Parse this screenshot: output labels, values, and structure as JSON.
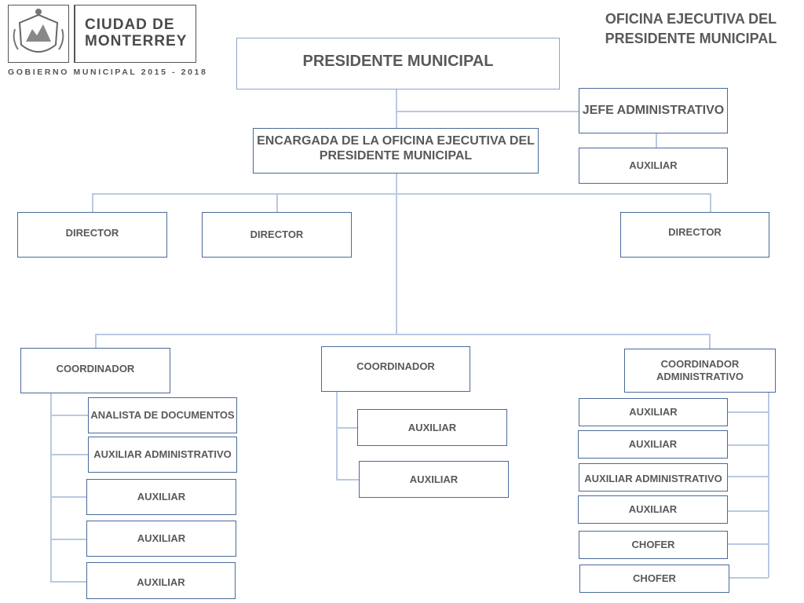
{
  "logo": {
    "line1": "CIUDAD DE",
    "line2": "MONTERREY",
    "subtitle": "GOBIERNO MUNICIPAL 2015 - 2018"
  },
  "title": {
    "line1": "OFICINA EJECUTIVA DEL",
    "line2": "PRESIDENTE MUNICIPAL"
  },
  "nodes": {
    "presidente": "PRESIDENTE MUNICIPAL",
    "jefe_admin": "JEFE ADMINISTRATIVO",
    "jefe_auxiliar": "AUXILIAR",
    "encargada": "ENCARGADA DE LA OFICINA EJECUTIVA DEL PRESIDENTE MUNICIPAL",
    "director_1": "DIRECTOR",
    "director_2": "DIRECTOR",
    "director_3": "DIRECTOR",
    "coord_1": "COORDINADOR",
    "coord_2": "COORDINADOR",
    "coord_3": "COORDINADOR ADMINISTRATIVO",
    "c1_items": [
      "ANALISTA DE DOCUMENTOS",
      "AUXILIAR ADMINISTRATIVO",
      "AUXILIAR",
      "AUXILIAR",
      "AUXILIAR"
    ],
    "c2_items": [
      "AUXILIAR",
      "AUXILIAR"
    ],
    "c3_items": [
      "AUXILIAR",
      "AUXILIAR",
      "AUXILIAR ADMINISTRATIVO",
      "AUXILIAR",
      "CHOFER",
      "CHOFER"
    ]
  }
}
